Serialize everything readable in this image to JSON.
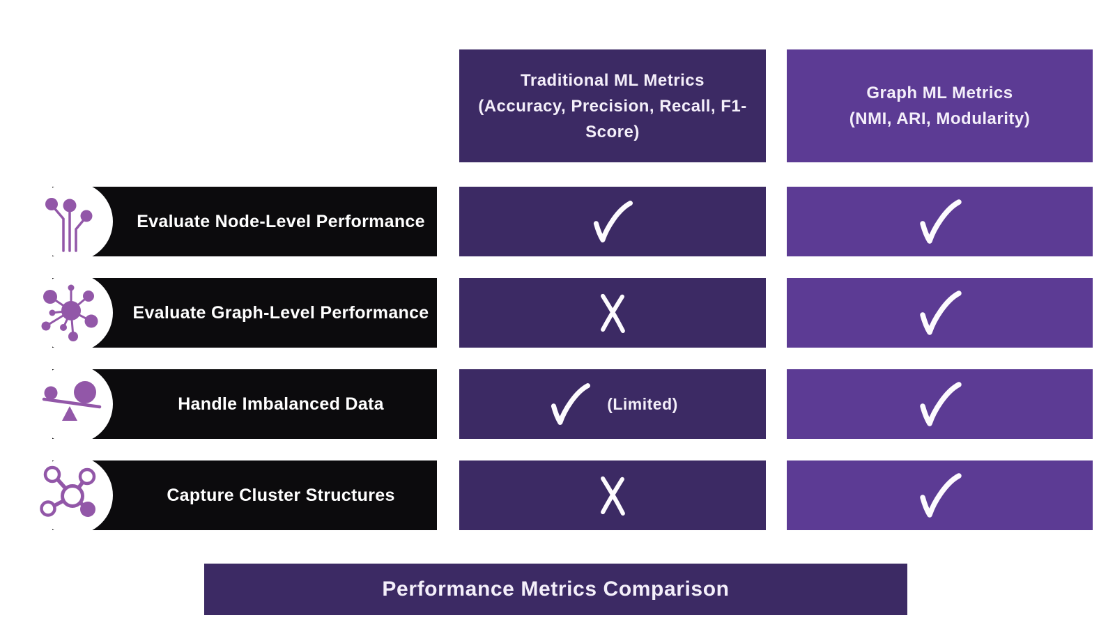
{
  "title": "Performance Metrics Comparison",
  "colors": {
    "dark_purple": "#3c2a64",
    "light_purple": "#5c3b94",
    "row_black": "#0c0b0d",
    "icon_purple": "#9257a8",
    "text_white": "#ffffff"
  },
  "columns": [
    {
      "id": "traditional",
      "title": "Traditional ML Metrics",
      "subtitle": "(Accuracy, Precision, Recall, F1-Score)"
    },
    {
      "id": "graph",
      "title": "Graph ML Metrics",
      "subtitle": "(NMI, ARI, Modularity)"
    }
  ],
  "rows": [
    {
      "label": "Evaluate Node-Level Performance",
      "icon": "node-tree-icon",
      "traditional": {
        "mark": "check",
        "note": ""
      },
      "graph": {
        "mark": "check",
        "note": ""
      }
    },
    {
      "label": "Evaluate Graph-Level Performance",
      "icon": "network-hub-icon",
      "traditional": {
        "mark": "cross",
        "note": ""
      },
      "graph": {
        "mark": "check",
        "note": ""
      }
    },
    {
      "label": "Handle Imbalanced Data",
      "icon": "imbalance-scale-icon",
      "traditional": {
        "mark": "check",
        "note": "(Limited)"
      },
      "graph": {
        "mark": "check",
        "note": ""
      }
    },
    {
      "label": "Capture Cluster Structures",
      "icon": "cluster-nodes-icon",
      "traditional": {
        "mark": "cross",
        "note": ""
      },
      "graph": {
        "mark": "check",
        "note": ""
      }
    }
  ]
}
